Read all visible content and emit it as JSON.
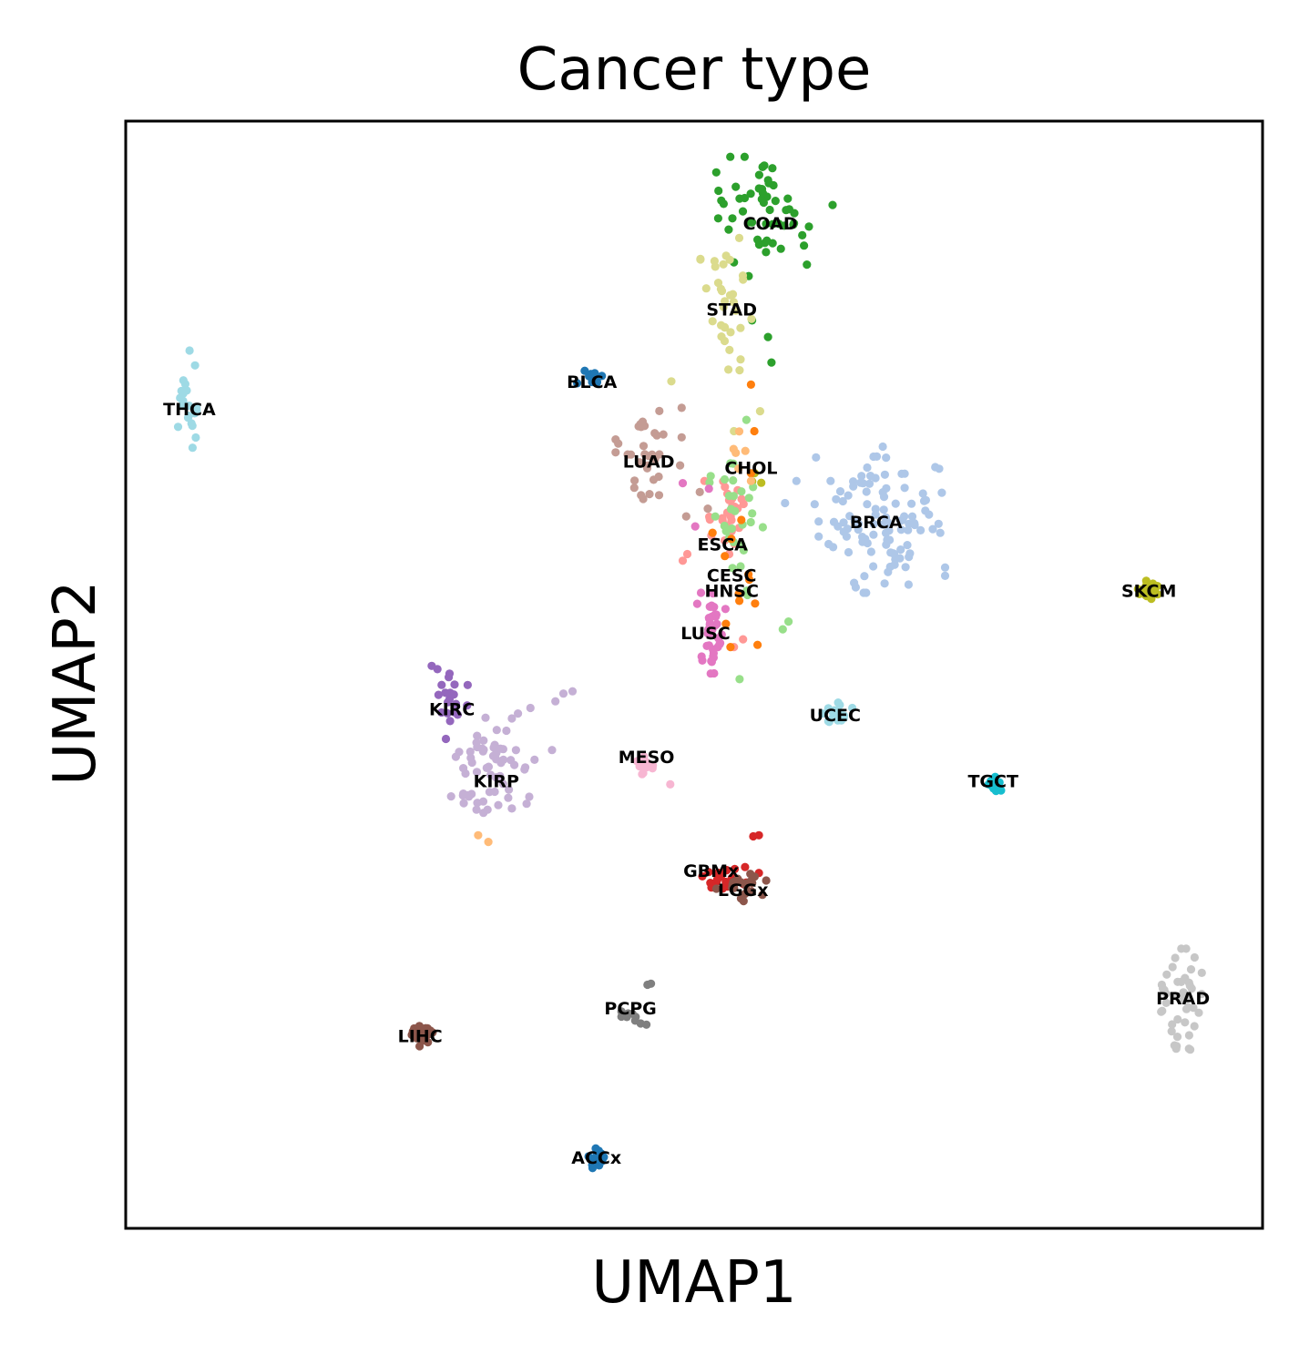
{
  "chart_data": {
    "type": "scatter",
    "title": "Cancer type",
    "xlabel": "UMAP1",
    "ylabel": "UMAP2",
    "xlim": [
      0,
      100
    ],
    "ylim": [
      0,
      100
    ],
    "grid": false,
    "legend": "on data",
    "ticks": "hidden",
    "series": [
      {
        "name": "COAD",
        "color": "#2ca02c",
        "center": [
          56.9,
          91.5
        ],
        "spread": [
          4.0,
          4.0
        ],
        "n": 55,
        "extra": [
          [
            56.5,
            80.5
          ],
          [
            56.8,
            78.2
          ],
          [
            55.1,
            82.0
          ],
          [
            54.8,
            86.0
          ]
        ]
      },
      {
        "name": "STAD",
        "color": "#dbdb8d",
        "center": [
          52.8,
          83.5
        ],
        "spread": [
          1.7,
          4.5
        ],
        "n": 32,
        "extra": [
          [
            48.0,
            76.5
          ],
          [
            53.5,
            72.0
          ],
          [
            55.8,
            73.8
          ],
          [
            54.0,
            77.5
          ]
        ]
      },
      {
        "name": "BLCA",
        "color": "#1f77b4",
        "center": [
          40.9,
          76.8
        ],
        "spread": [
          0.9,
          0.9
        ],
        "n": 12,
        "extra": []
      },
      {
        "name": "THCA",
        "color": "#9edae5",
        "center": [
          5.6,
          74.6
        ],
        "spread": [
          0.9,
          4.0
        ],
        "n": 22,
        "extra": []
      },
      {
        "name": "LUAD",
        "color": "#c49c94",
        "center": [
          46.0,
          69.6
        ],
        "spread": [
          2.2,
          4.0
        ],
        "n": 35,
        "extra": [
          [
            50.5,
            66.5
          ],
          [
            49.3,
            64.3
          ],
          [
            51.2,
            65.0
          ]
        ]
      },
      {
        "name": "CHOL",
        "color": "#bcbd22",
        "center": [
          55.2,
          67.6
        ],
        "spread": [
          0.8,
          0.6
        ],
        "n": 3,
        "extra": []
      },
      {
        "name": "BRCA",
        "color": "#aec7e8",
        "center": [
          66.4,
          64.0
        ],
        "spread": [
          4.3,
          5.0
        ],
        "n": 105,
        "extra": [
          [
            59.0,
            67.5
          ],
          [
            62.0,
            67.5
          ],
          [
            64.0,
            67.0
          ],
          [
            58.0,
            65.5
          ],
          [
            60.6,
            65.4
          ],
          [
            62.3,
            63.8
          ]
        ]
      },
      {
        "name": "SKCM",
        "color": "#bcbd22",
        "center": [
          90.1,
          57.7
        ],
        "spread": [
          0.8,
          0.8
        ],
        "n": 20,
        "extra": []
      },
      {
        "name": "ESCA",
        "color": "#ff9896",
        "center": [
          52.7,
          64.2
        ],
        "spread": [
          1.4,
          2.5
        ],
        "n": 28,
        "extra": [
          [
            49.4,
            60.9
          ],
          [
            49.0,
            60.3
          ],
          [
            53.5,
            52.5
          ],
          [
            54.3,
            53.2
          ]
        ]
      },
      {
        "name": "CESC",
        "color": "#98df8a",
        "center": [
          53.8,
          65.6
        ],
        "spread": [
          2.0,
          6.5
        ],
        "n": 30,
        "extra": [
          [
            57.8,
            54.1
          ],
          [
            58.3,
            54.8
          ],
          [
            54.0,
            49.6
          ]
        ]
      },
      {
        "name": "HNSC",
        "color": "#ff7f0e",
        "center": [
          53.6,
          59.3
        ],
        "spread": [
          1.5,
          5.0
        ],
        "n": 10,
        "extra": [
          [
            55.0,
            68.2
          ],
          [
            55.3,
            72.0
          ],
          [
            55.0,
            76.2
          ],
          [
            53.2,
            52.5
          ],
          [
            52.8,
            54.6
          ]
        ]
      },
      {
        "name": "LUSC",
        "color": "#e377c2",
        "center": [
          51.4,
          53.8
        ],
        "spread": [
          1.2,
          2.8
        ],
        "n": 40,
        "extra": [
          [
            49.0,
            67.3
          ],
          [
            51.3,
            66.8
          ],
          [
            50.1,
            63.4
          ],
          [
            50.6,
            57.4
          ]
        ]
      },
      {
        "name": "KIRC",
        "color": "#9467bd",
        "center": [
          28.5,
          47.5
        ],
        "spread": [
          1.2,
          2.5
        ],
        "n": 22,
        "extra": []
      },
      {
        "name": "KIRP",
        "color": "#c5b0d5",
        "center": [
          32.0,
          41.5
        ],
        "spread": [
          3.0,
          3.5
        ],
        "n": 60,
        "extra": [
          [
            37.8,
            47.6
          ],
          [
            38.5,
            48.3
          ],
          [
            39.3,
            48.5
          ],
          [
            35.6,
            47.0
          ],
          [
            34.5,
            46.5
          ],
          [
            37.5,
            43.2
          ]
        ]
      },
      {
        "name": "MESO",
        "color": "#f7b6d2",
        "center": [
          45.6,
          41.7
        ],
        "spread": [
          0.8,
          0.7
        ],
        "n": 12,
        "extra": [
          [
            47.9,
            40.1
          ]
        ]
      },
      {
        "name": "UCEC",
        "color": "#9edae5",
        "center": [
          62.6,
          46.5
        ],
        "spread": [
          1.0,
          0.8
        ],
        "n": 18,
        "extra": []
      },
      {
        "name": "TGCT",
        "color": "#17becf",
        "center": [
          76.2,
          40.3
        ],
        "spread": [
          0.6,
          0.6
        ],
        "n": 12,
        "extra": []
      },
      {
        "name": "GBMx",
        "color": "#d62728",
        "center": [
          52.7,
          32.0
        ],
        "spread": [
          1.5,
          1.3
        ],
        "n": 22,
        "extra": [
          [
            55.2,
            35.4
          ],
          [
            55.7,
            35.5
          ],
          [
            55.7,
            32.1
          ]
        ]
      },
      {
        "name": "LGGx",
        "color": "#8c564b",
        "center": [
          54.2,
          31.0
        ],
        "spread": [
          1.7,
          1.2
        ],
        "n": 22,
        "extra": []
      },
      {
        "name": "PRAD",
        "color": "#c7c7c7",
        "center": [
          92.8,
          20.5
        ],
        "spread": [
          1.6,
          3.6
        ],
        "n": 42,
        "extra": []
      },
      {
        "name": "PCPG",
        "color": "#7f7f7f",
        "center": [
          44.4,
          19.3
        ],
        "spread": [
          0.6,
          0.6
        ],
        "n": 8,
        "extra": [
          [
            45.9,
            22.0
          ],
          [
            46.2,
            22.1
          ],
          [
            45.3,
            18.5
          ],
          [
            45.8,
            18.4
          ]
        ]
      },
      {
        "name": "LIHC",
        "color": "#8c564b",
        "center": [
          25.9,
          17.5
        ],
        "spread": [
          1.0,
          0.8
        ],
        "n": 30,
        "extra": []
      },
      {
        "name": "ACCx",
        "color": "#1f77b4",
        "center": [
          41.5,
          6.2
        ],
        "spread": [
          0.6,
          0.8
        ],
        "n": 18,
        "extra": []
      },
      {
        "name": "",
        "color": "#ffbb78",
        "center": [
          54.0,
          70.5
        ],
        "spread": [
          0.6,
          2.6
        ],
        "n": 5,
        "extra": [
          [
            31.0,
            35.5
          ],
          [
            31.9,
            34.9
          ],
          [
            55.0,
            67.5
          ]
        ]
      }
    ],
    "labels": [
      {
        "text": "COAD",
        "x": 56.7,
        "y": 90.8
      },
      {
        "text": "STAD",
        "x": 53.3,
        "y": 83.0
      },
      {
        "text": "BLCA",
        "x": 41.0,
        "y": 76.5
      },
      {
        "text": "THCA",
        "x": 5.6,
        "y": 74.0
      },
      {
        "text": "LUAD",
        "x": 46.0,
        "y": 69.3
      },
      {
        "text": "CHOL",
        "x": 55.0,
        "y": 68.7
      },
      {
        "text": "BRCA",
        "x": 66.0,
        "y": 63.8
      },
      {
        "text": "SKCM",
        "x": 90.0,
        "y": 57.6
      },
      {
        "text": "ESCA",
        "x": 52.5,
        "y": 61.8
      },
      {
        "text": "CESC",
        "x": 53.3,
        "y": 59.0
      },
      {
        "text": "HNSC",
        "x": 53.3,
        "y": 57.6
      },
      {
        "text": "LUSC",
        "x": 51.0,
        "y": 53.8
      },
      {
        "text": "KIRC",
        "x": 28.7,
        "y": 46.9
      },
      {
        "text": "KIRP",
        "x": 32.6,
        "y": 40.4
      },
      {
        "text": "MESO",
        "x": 45.8,
        "y": 42.6
      },
      {
        "text": "UCEC",
        "x": 62.4,
        "y": 46.4
      },
      {
        "text": "TGCT",
        "x": 76.3,
        "y": 40.4
      },
      {
        "text": "GBMx",
        "x": 51.5,
        "y": 32.3
      },
      {
        "text": "LGGx",
        "x": 54.3,
        "y": 30.6
      },
      {
        "text": "PRAD",
        "x": 93.0,
        "y": 20.8
      },
      {
        "text": "PCPG",
        "x": 44.4,
        "y": 19.9
      },
      {
        "text": "LIHC",
        "x": 25.9,
        "y": 17.4
      },
      {
        "text": "ACCx",
        "x": 41.4,
        "y": 6.4
      }
    ]
  }
}
